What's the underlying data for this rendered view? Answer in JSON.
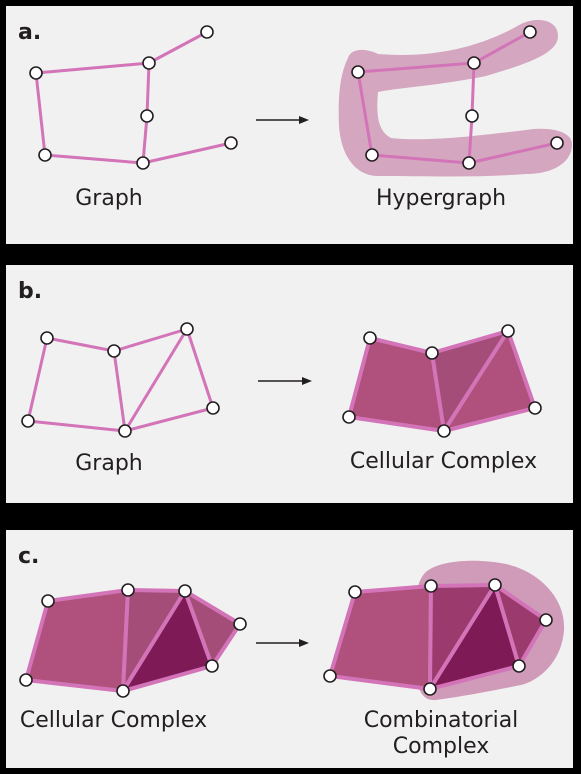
{
  "panels": {
    "a": {
      "letter": "a.",
      "left_label": "Graph",
      "right_label": "Hypergraph"
    },
    "b": {
      "letter": "b.",
      "left_label": "Graph",
      "right_label": "Cellular Complex"
    },
    "c": {
      "letter": "c.",
      "left_label": "Cellular Complex",
      "right_label_line1": "Combinatorial",
      "right_label_line2": "Complex"
    }
  },
  "colors": {
    "edge": "#d374b8",
    "cell_fill": "#b0507c",
    "cell_light": "#a34d78",
    "cell_dark": "#7e1a56",
    "cell_mid": "#9b3a6c",
    "halo": "#d9a1c2",
    "node_stroke": "#231f20",
    "background": "#f1f1f1"
  }
}
